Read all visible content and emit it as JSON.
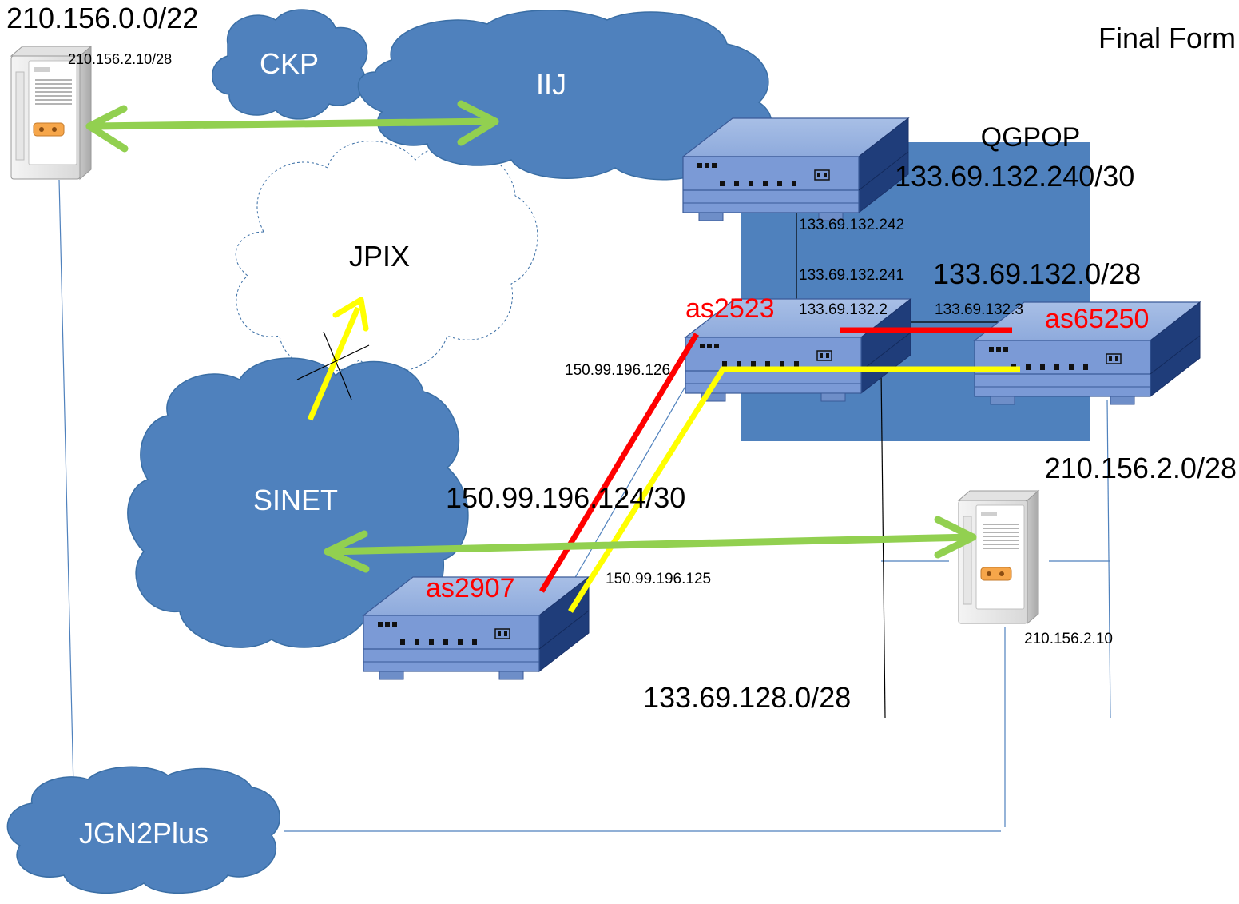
{
  "title": "Final Form",
  "clouds": {
    "ckp": "CKP",
    "iij": "IIJ",
    "jpix": "JPIX",
    "sinet": "SINET",
    "jgn2plus": "JGN2Plus"
  },
  "qgpop": {
    "label": "QGPOP",
    "subnet": "133.69.132.240/30"
  },
  "networks": {
    "left_prefix": "210.156.0.0/22",
    "left_server_ip": "210.156.2.10/28",
    "as2523_as65250_net": "133.69.132.0/28",
    "sinet_link_net": "150.99.196.124/30",
    "lower_net": "133.69.128.0/28",
    "right_net": "210.156.2.0/28"
  },
  "addresses": {
    "upper_router_down": "133.69.132.242",
    "as2523_up": "133.69.132.241",
    "as2523_right": "133.69.132.2",
    "as65250_left": "133.69.132.3",
    "as2523_sinet_side": "150.99.196.126",
    "as2907_side": "150.99.196.125",
    "right_server_ip": "210.156.2.10"
  },
  "as_labels": {
    "as2523": "as2523",
    "as65250": "as65250",
    "as2907": "as2907"
  },
  "colors": {
    "cloud_fill": "#4f81bd",
    "cloud_stroke": "#3a6ea5",
    "qgpop_fill": "#4f81bd",
    "green_arrow": "#92d050",
    "yellow_path": "#ffff00",
    "red_link": "#ff0000",
    "as_label": "#ff0000"
  },
  "icons": [
    "server-icon",
    "router-icon",
    "cloud-icon"
  ]
}
